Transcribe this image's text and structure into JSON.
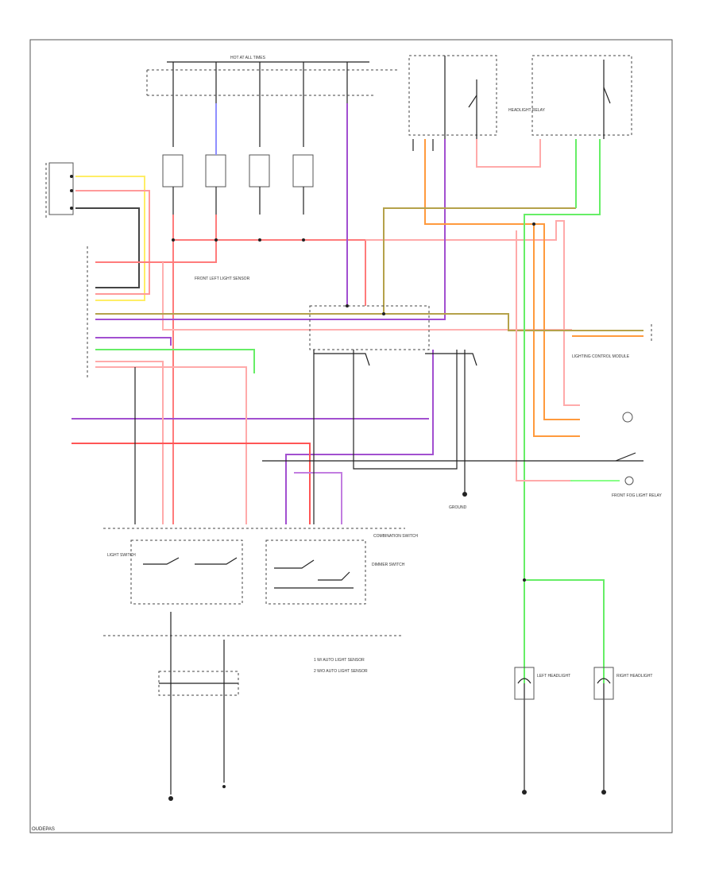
{
  "labels": {
    "bus_title": "HOT AT ALL TIMES",
    "front_left_light_sensor": "FRONT LEFT LIGHT SENSOR",
    "legend_1": "1  W/ AUTO LIGHT SENSOR",
    "legend_2": "2  W/O AUTO LIGHT SENSOR",
    "combination_switch": "COMBINATION SWITCH",
    "light_switch": "LIGHT SWITCH",
    "dimmer_switch": "DIMMER SWITCH",
    "lighting_control_module": "LIGHTING CONTROL MODULE",
    "left_headlight": "LEFT HEADLIGHT",
    "right_headlight": "RIGHT HEADLIGHT",
    "front_fog_light_relay": "FRONT FOG LIGHT RELAY",
    "headlight_relay": "HEADLIGHT RELAY",
    "ground": "GROUND",
    "footer": "OUDEPAS"
  },
  "colors": {
    "red": "#ff7b7b",
    "pink": "#ffb0b0",
    "purple": "#a24fd0",
    "orange": "#ff9a3d",
    "green": "#66ee66",
    "olive": "#b5a24a",
    "yellow": "#ffee66",
    "blue": "#8f8fff",
    "black": "#333333",
    "gray": "#888888"
  }
}
